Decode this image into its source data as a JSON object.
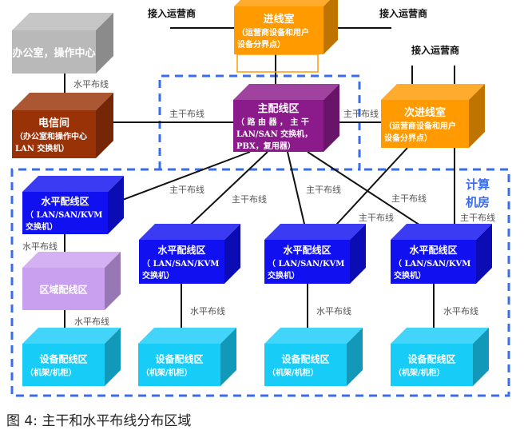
{
  "diagram": {
    "external_labels": {
      "carrier_left": "接入运营商",
      "carrier_right": "接入运营商",
      "carrier_secondary": "接入运营商"
    },
    "nodes": {
      "office": {
        "title": "办公室，操作中心",
        "lines": [],
        "color": "#b9b9b9"
      },
      "telecom_room": {
        "title": "电信间",
        "lines": [
          "（办公室和操作中心",
          "LAN 交换机）"
        ],
        "color": "#9a3208"
      },
      "entrance_room": {
        "title": "进线室",
        "lines": [
          "（运营商设备和用户",
          "设备分界点）"
        ],
        "color": "#ff9a00"
      },
      "secondary_entrance_room": {
        "title": "次进线室",
        "lines": [
          "（运营商设备和用户",
          "设备分界点）"
        ],
        "color": "#ff9a00"
      },
      "main_distribution": {
        "title": "主配线区",
        "lines": [
          "（ 路 由 器 ， 主 干",
          "LAN/SAN 交换机，",
          "PBX，复用器）"
        ],
        "color": "#8b1a8b"
      },
      "hda_1": {
        "title": "水平配线区",
        "lines": [
          "（ LAN/SAN/KVM",
          "交换机）"
        ],
        "color": "#1010f0"
      },
      "hda_2": {
        "title": "水平配线区",
        "lines": [
          "（ LAN/SAN/KVM",
          "交换机）"
        ],
        "color": "#1010f0"
      },
      "hda_3": {
        "title": "水平配线区",
        "lines": [
          "（ LAN/SAN/KVM",
          "交换机）"
        ],
        "color": "#1010f0"
      },
      "hda_4": {
        "title": "水平配线区",
        "lines": [
          "（ LAN/SAN/KVM",
          "交换机）"
        ],
        "color": "#1010f0"
      },
      "zone_distribution": {
        "title": "区域配线区",
        "lines": [],
        "color": "#c9a0f0"
      },
      "eda_1": {
        "title": "设备配线区",
        "lines": [
          "（机架/机柜）"
        ],
        "color": "#18ccf8"
      },
      "eda_2": {
        "title": "设备配线区",
        "lines": [
          "（机架/机柜）"
        ],
        "color": "#18ccf8"
      },
      "eda_3": {
        "title": "设备配线区",
        "lines": [
          "（机架/机柜）"
        ],
        "color": "#18ccf8"
      },
      "eda_4": {
        "title": "设备配线区",
        "lines": [
          "（机架/机柜）"
        ],
        "color": "#18ccf8"
      }
    },
    "cable_labels": {
      "horizontal": "水平布线",
      "backbone": "主干布线"
    },
    "computer_room_label": [
      "计算",
      "机房"
    ],
    "dashed_border_color": "#3a6cf0"
  },
  "caption": "图 4: 主干和水平布线分布区域"
}
